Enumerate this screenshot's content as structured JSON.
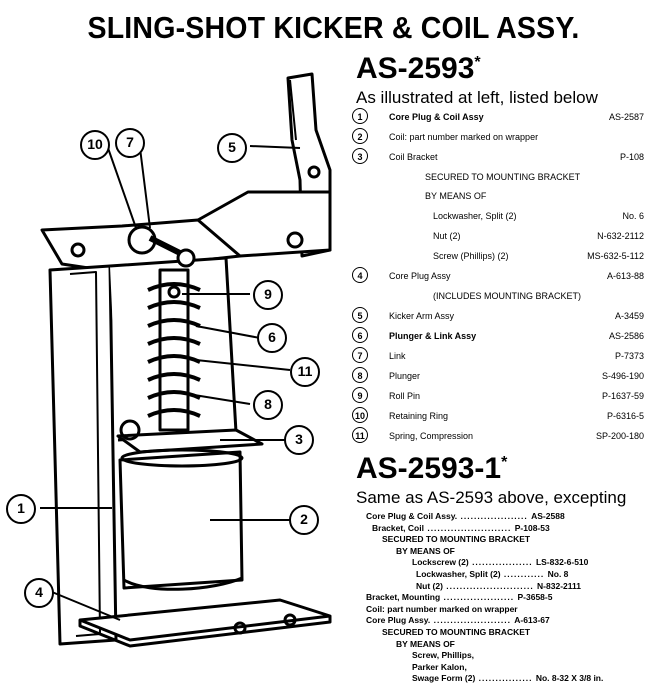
{
  "title": "SLING-SHOT KICKER & COIL ASSY.",
  "assy1": {
    "number": "AS-2593",
    "mark": "*",
    "subtitle": "As illustrated at left, listed below"
  },
  "parts": [
    {
      "num": "1",
      "desc": "Core Plug & Coil Assy",
      "part": "AS-2587",
      "bold": true,
      "circled": true
    },
    {
      "num": "2",
      "desc": "Coil: part number marked on wrapper",
      "part": "",
      "bold": false,
      "circled": true
    },
    {
      "num": "3",
      "desc": "Coil Bracket",
      "part": "P-108",
      "bold": false,
      "circled": true
    },
    {
      "num": "",
      "desc": "SECURED TO MOUNTING BRACKET",
      "part": "",
      "bold": false,
      "circled": false
    },
    {
      "num": "",
      "desc": "BY MEANS OF",
      "part": "",
      "bold": false,
      "circled": false
    },
    {
      "num": "",
      "desc": "Lockwasher, Split (2)",
      "part": "No. 6",
      "bold": false,
      "circled": false
    },
    {
      "num": "",
      "desc": "Nut (2)",
      "part": "N-632-2112",
      "bold": false,
      "circled": false
    },
    {
      "num": "",
      "desc": "Screw (Phillips) (2)",
      "part": "MS-632-5-112",
      "bold": false,
      "circled": false
    },
    {
      "num": "4",
      "desc": "Core Plug Assy",
      "part": "A-613-88",
      "bold": false,
      "circled": true
    },
    {
      "num": "",
      "desc": "(INCLUDES MOUNTING BRACKET)",
      "part": "",
      "bold": false,
      "circled": false
    },
    {
      "num": "5",
      "desc": "Kicker Arm Assy",
      "part": "A-3459",
      "bold": false,
      "circled": true
    },
    {
      "num": "6",
      "desc": "Plunger & Link Assy",
      "part": "AS-2586",
      "bold": true,
      "circled": true
    },
    {
      "num": "7",
      "desc": "Link",
      "part": "P-7373",
      "bold": false,
      "circled": true
    },
    {
      "num": "8",
      "desc": "Plunger",
      "part": "S-496-190",
      "bold": false,
      "circled": true
    },
    {
      "num": "9",
      "desc": "Roll Pin",
      "part": "P-1637-59",
      "bold": false,
      "circled": true
    },
    {
      "num": "10",
      "desc": "Retaining Ring",
      "part": "P-6316-5",
      "bold": false,
      "circled": true
    },
    {
      "num": "11",
      "desc": "Spring, Compression",
      "part": "SP-200-180",
      "bold": false,
      "circled": true
    }
  ],
  "assy2": {
    "number": "AS-2593-1",
    "mark": "*",
    "subtitle": "Same as AS-2593 above, excepting"
  },
  "parts2": [
    {
      "desc": "Core Plug & Coil Assy.",
      "dots": "....................",
      "part": "AS-2588"
    },
    {
      "desc": "Bracket, Coil",
      "dots": ".........................",
      "part": "P-108-53"
    },
    {
      "desc": "SECURED TO MOUNTING BRACKET",
      "dots": "",
      "part": ""
    },
    {
      "desc": "BY MEANS OF",
      "dots": "",
      "part": ""
    },
    {
      "desc": "Lockscrew (2)",
      "dots": "..................",
      "part": "LS-832-6-510"
    },
    {
      "desc": "Lockwasher, Split (2)",
      "dots": "............",
      "part": "No. 8"
    },
    {
      "desc": "Nut (2)",
      "dots": "..........................",
      "part": "N-832-2111"
    },
    {
      "desc": "Bracket, Mounting",
      "dots": ".....................",
      "part": "P-3658-5"
    },
    {
      "desc": "Coil: part number marked on wrapper",
      "dots": "",
      "part": ""
    },
    {
      "desc": "Core Plug Assy.",
      "dots": ".......................",
      "part": "A-613-67"
    },
    {
      "desc": "SECURED TO MOUNTING BRACKET",
      "dots": "",
      "part": ""
    },
    {
      "desc": "BY MEANS OF",
      "dots": "",
      "part": ""
    },
    {
      "desc": "Screw, Phillips,",
      "dots": "",
      "part": ""
    },
    {
      "desc": "Parker Kalon,",
      "dots": "",
      "part": ""
    },
    {
      "desc": "Swage Form (2)",
      "dots": "................",
      "part": "No. 8-32 X 3/8 in."
    }
  ],
  "callouts": [
    "10",
    "7",
    "5",
    "9",
    "6",
    "11",
    "8",
    "3",
    "1",
    "2",
    "4"
  ]
}
